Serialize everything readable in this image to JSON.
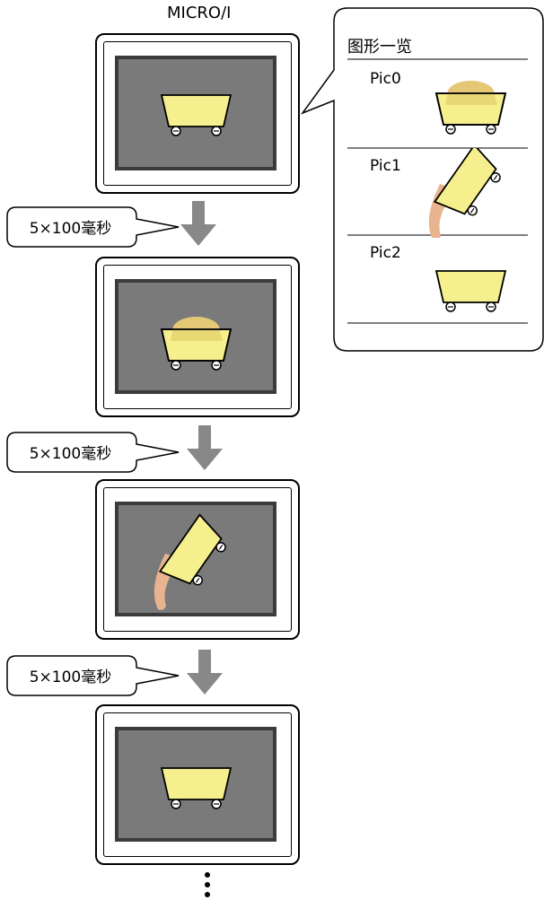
{
  "title": "MICRO/I",
  "callouts": [
    {
      "label": "5×100毫秒"
    },
    {
      "label": "5×100毫秒"
    },
    {
      "label": "5×100毫秒"
    }
  ],
  "panel": {
    "title": "图形一览",
    "items": [
      {
        "label": "Pic0"
      },
      {
        "label": "Pic1"
      },
      {
        "label": "Pic2"
      }
    ]
  },
  "colors": {
    "screen": "#7a7a7b",
    "screen_border": "#3b3b3b",
    "cart_fill": "#f6ef8e",
    "cart_shade": "#e2d06a",
    "motion_trail": "#e8b48f",
    "arrow": "#888888"
  },
  "frames": [
    {
      "state": "Pic2"
    },
    {
      "state": "Pic0"
    },
    {
      "state": "Pic1"
    },
    {
      "state": "Pic2"
    }
  ]
}
